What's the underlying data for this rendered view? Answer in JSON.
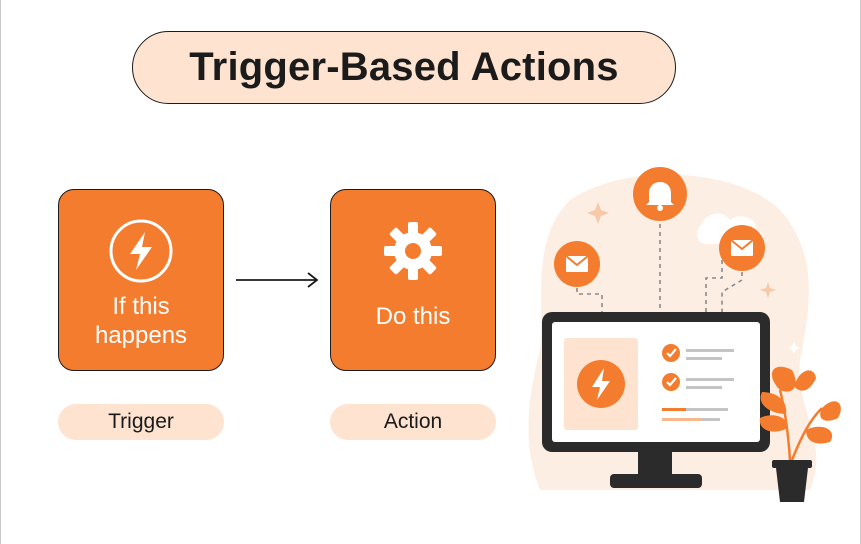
{
  "title": "Trigger-Based Actions",
  "trigger_card": {
    "text": "If this\nhappens",
    "icon": "lightning-icon"
  },
  "action_card": {
    "text": "Do this",
    "icon": "gear-icon"
  },
  "trigger_label": "Trigger",
  "action_label": "Action",
  "illustration": {
    "icons": [
      "bell-icon",
      "mail-icon",
      "mail-icon",
      "lightning-icon",
      "check-icon",
      "check-icon",
      "plant-icon"
    ]
  },
  "colors": {
    "accent": "#f47c2f",
    "pill_background": "#fde3d0",
    "outline": "#1b1b1b",
    "monitor": "#2b2b2b"
  }
}
